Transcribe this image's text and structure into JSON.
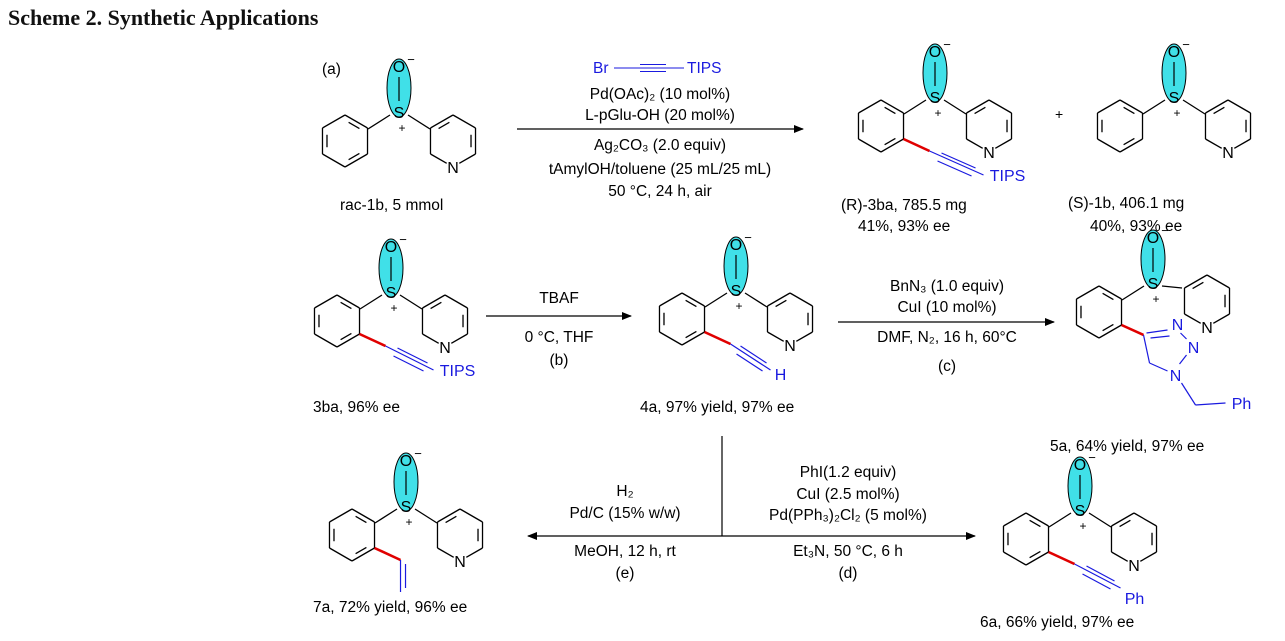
{
  "title": "Scheme 2. Synthetic Applications",
  "part_a_label": "(a)",
  "reagent_a": {
    "bromo_reagent": {
      "br": "Br",
      "tips": "TIPS"
    },
    "lines": [
      "Pd(OAc)₂ (10 mol%)",
      "L-pGlu-OH (20 mol%)",
      "Ag₂CO₃ (2.0 equiv)",
      "tAmylOH/toluene (25 mL/25 mL)",
      "50 °C, 24 h, air"
    ]
  },
  "sm_label": "rac-1b, 5 mmol",
  "prod_3ba_label": [
    "(R)-3ba, 785.5 mg",
    "41%, 93% ee"
  ],
  "prod_1b_label": [
    "(S)-1b,  406.1 mg",
    "40%, 93% ee"
  ],
  "plus": "+",
  "cmpd_3ba_label": "3ba,  96% ee",
  "cond_b": {
    "top": "TBAF",
    "mid": "0 °C, THF",
    "tag": "(b)"
  },
  "cmpd_4a_label": "4a, 97% yield, 97% ee",
  "cond_c": {
    "lines": [
      "BnN₃ (1.0 equiv)",
      "CuI (10 mol%)",
      "DMF,  N₂, 16 h, 60°C"
    ],
    "tag": "(c)"
  },
  "cmpd_5a_label": "5a, 64% yield, 97% ee",
  "cond_d": {
    "lines": [
      "PhI(1.2 equiv)",
      "CuI (2.5 mol%)",
      "Pd(PPh₃)₂Cl₂ (5 mol%)",
      "Et₃N, 50 °C, 6 h"
    ],
    "tag": "(d)"
  },
  "cond_e": {
    "lines": [
      "H₂",
      "Pd/C (15% w/w)",
      "MeOH, 12 h, rt"
    ],
    "tag": "(e)"
  },
  "cmpd_7a_label": "7a, 72% yield, 96% ee",
  "cmpd_6a_label": "6a, 66% yield, 97% ee",
  "atoms": {
    "S": "S",
    "O": "O",
    "N": "N",
    "H": "H",
    "Ph": "Ph",
    "TIPS": "TIPS",
    "minus": "−",
    "plus_charge": "+"
  },
  "colors": {
    "blue_text": "#1a1adf",
    "red_bond": "#e00000",
    "lobe": "#40e0e8"
  }
}
